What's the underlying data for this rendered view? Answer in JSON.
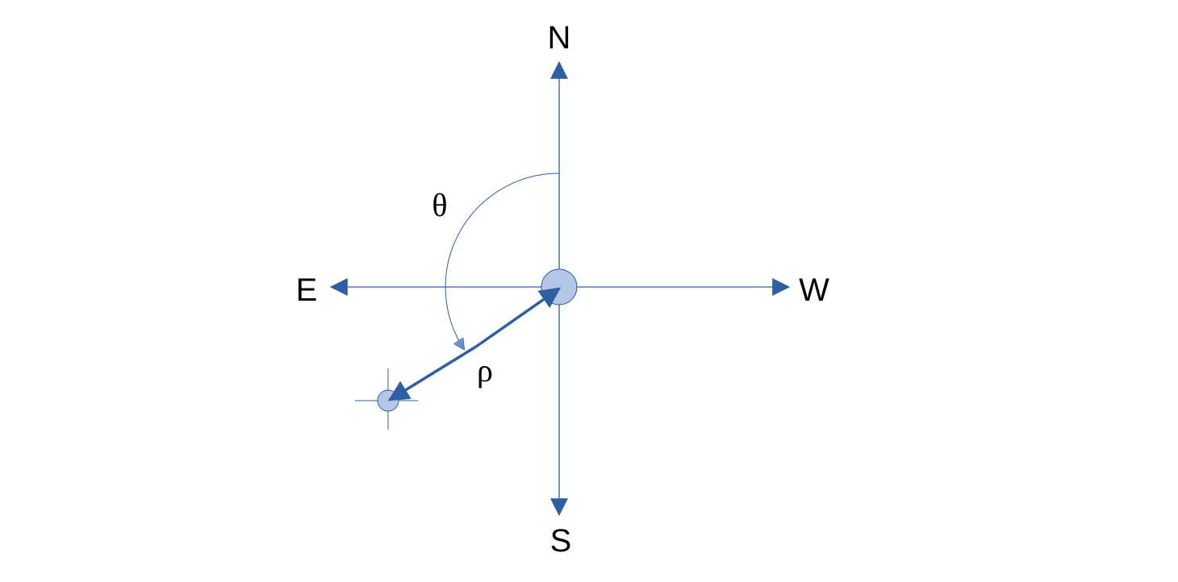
{
  "diagram": {
    "labels": {
      "north": "N",
      "south": "S",
      "east": "E",
      "west": "W",
      "theta": "θ",
      "rho": "ρ"
    },
    "colors": {
      "axis": "#2e5fa3",
      "marker_fill": "#b4c7e7",
      "marker_stroke": "#2e5fa3"
    }
  }
}
